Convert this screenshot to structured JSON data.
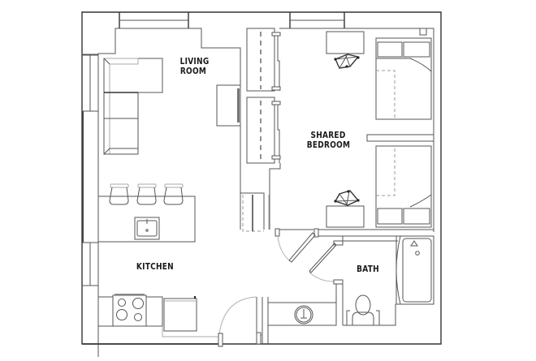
{
  "floor_plan": {
    "rooms": [
      {
        "id": "living",
        "label_line1": "LIVING",
        "label_line2": "ROOM"
      },
      {
        "id": "bedroom",
        "label_line1": "SHARED",
        "label_line2": "BEDROOM"
      },
      {
        "id": "kitchen",
        "label_line1": "KITCHEN"
      },
      {
        "id": "bath",
        "label_line1": "BATH"
      }
    ],
    "furniture": [
      "sectional-sofa",
      "tv-console",
      "wardrobes",
      "desk",
      "desk-chair",
      "twin-bed",
      "kitchen-island",
      "bar-stool",
      "kitchen-sink",
      "stove",
      "refrigerator",
      "bathtub",
      "toilet",
      "bathroom-sink"
    ],
    "colors": {
      "wall": "#333333",
      "line": "#555555",
      "light_line": "#aaaaaa",
      "text": "#1a1a1a",
      "background": "#ffffff"
    }
  }
}
